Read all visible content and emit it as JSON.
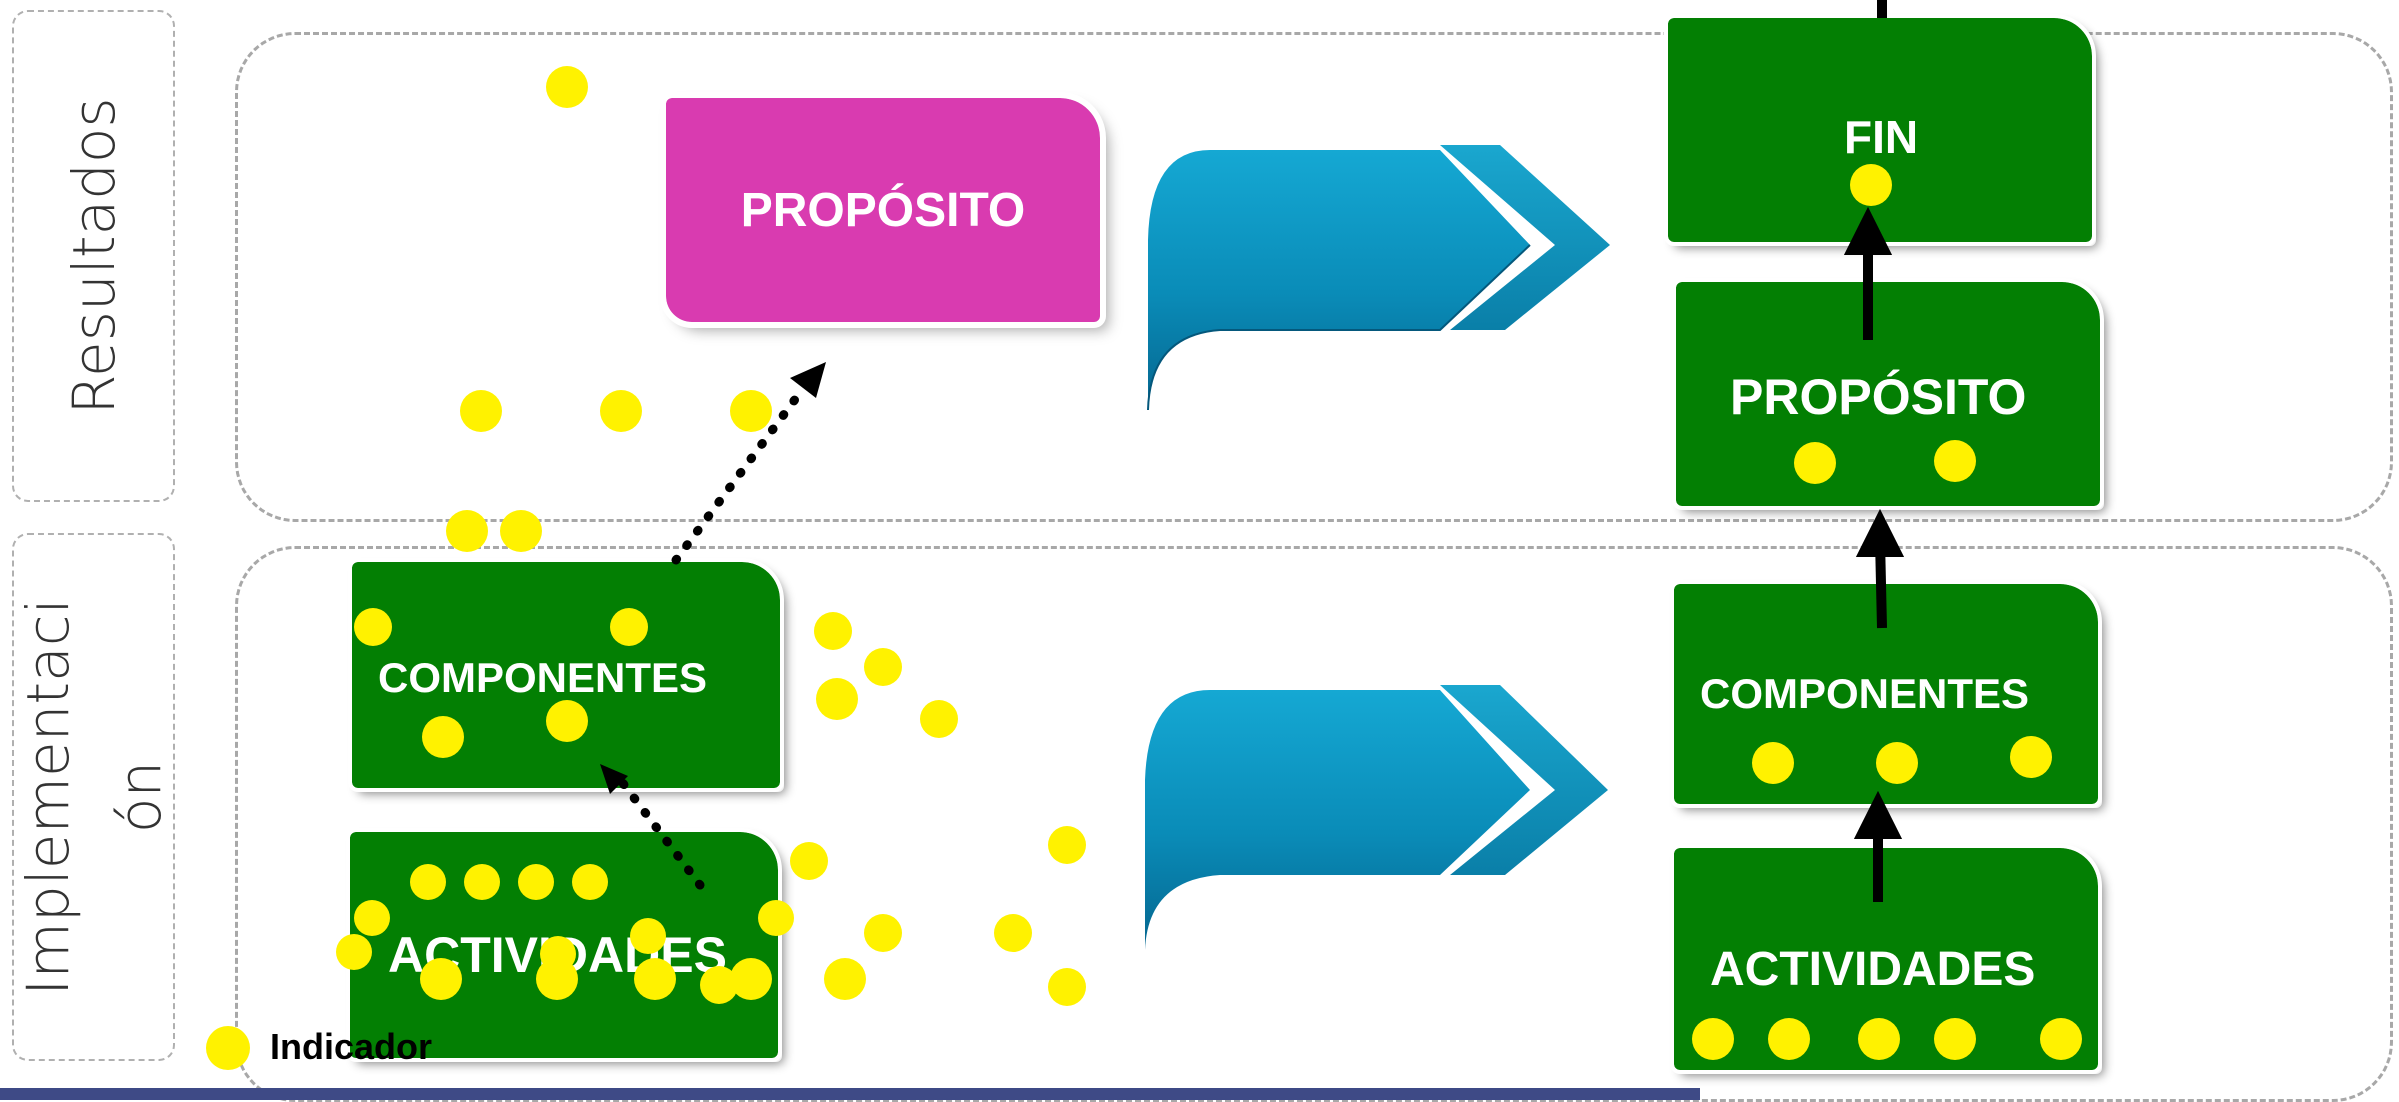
{
  "sections": {
    "resultados_label": "Resultados",
    "implementacion_label": "Implementaci ón"
  },
  "left": {
    "proposito": "PROPÓSITO",
    "componentes": "COMPONENTES",
    "actividades": "ACTIVIDADES"
  },
  "right": {
    "fin": "FIN",
    "proposito": "PROPÓSITO",
    "componentes": "COMPONENTES",
    "actividades": "ACTIVIDADES"
  },
  "legend": {
    "label": "Indicador"
  },
  "colors": {
    "green_box": "#037f03",
    "magenta_box": "#d93bb0",
    "indicator_dot": "#fff200",
    "arrow_blue": "#0a97c4",
    "footer_bar": "#3e4a86"
  },
  "icons": [
    "indicator-dot-icon",
    "chevron-arrow-icon",
    "up-arrow-icon",
    "dotted-arrow-icon"
  ]
}
